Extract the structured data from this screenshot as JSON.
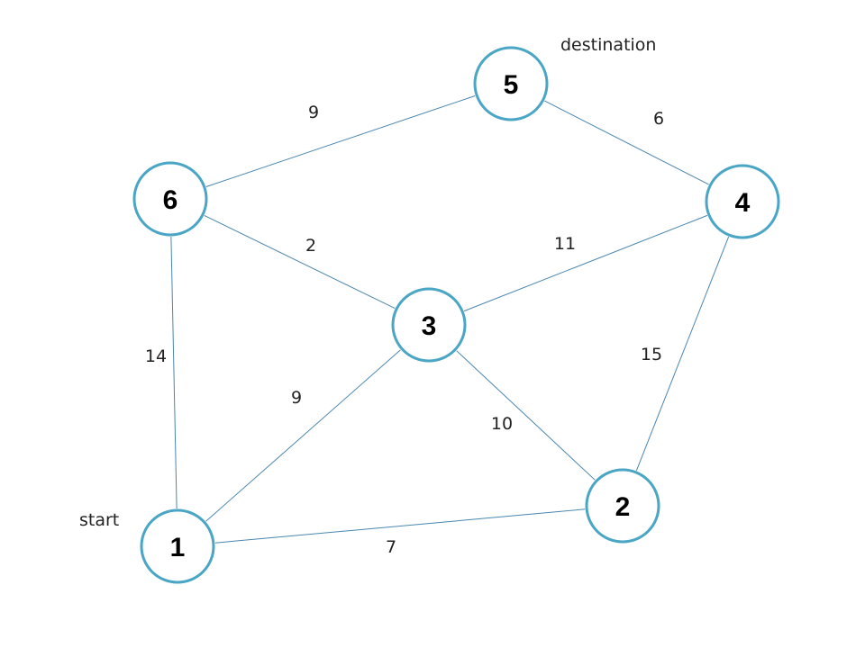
{
  "colors": {
    "edge": "#4a86b0",
    "node_stroke": "#4aa6c4",
    "node_fill": "#ffffff",
    "text": "#000000"
  },
  "nodes": [
    {
      "id": "1",
      "label": "1"
    },
    {
      "id": "2",
      "label": "2"
    },
    {
      "id": "3",
      "label": "3"
    },
    {
      "id": "4",
      "label": "4"
    },
    {
      "id": "5",
      "label": "5"
    },
    {
      "id": "6",
      "label": "6"
    }
  ],
  "edges": [
    {
      "from": "6",
      "to": "5",
      "weight": "9"
    },
    {
      "from": "5",
      "to": "4",
      "weight": "6"
    },
    {
      "from": "6",
      "to": "3",
      "weight": "2"
    },
    {
      "from": "3",
      "to": "4",
      "weight": "11"
    },
    {
      "from": "6",
      "to": "1",
      "weight": "14"
    },
    {
      "from": "4",
      "to": "2",
      "weight": "15"
    },
    {
      "from": "1",
      "to": "3",
      "weight": "9"
    },
    {
      "from": "3",
      "to": "2",
      "weight": "10"
    },
    {
      "from": "1",
      "to": "2",
      "weight": "7"
    }
  ],
  "annotations": {
    "start": "start",
    "destination": "destination"
  }
}
